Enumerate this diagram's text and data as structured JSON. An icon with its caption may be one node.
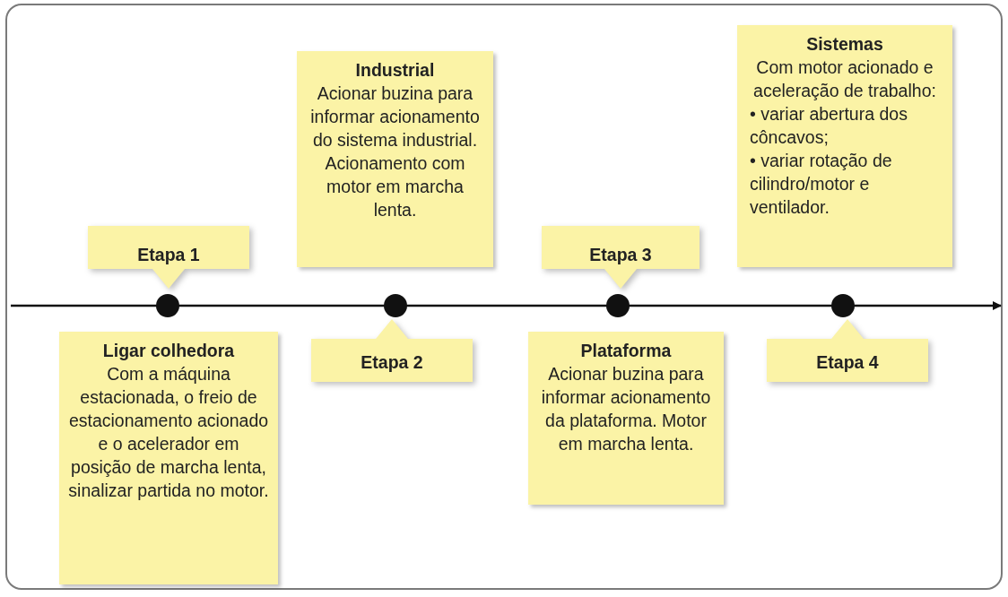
{
  "diagram": {
    "nodes": [
      {
        "text": [
          "Etapa 1"
        ]
      },
      {
        "text": [
          "Ligar colhedora",
          "Com a máquina estacionada, o freio de estacionamento acionado e o acelerador em posição de marcha lenta, sinalizar partida no motor."
        ]
      },
      {
        "text": [
          "Industrial",
          "Acionar buzina para informar acionamento do sistema industrial. Acionamento com motor em marcha lenta."
        ]
      },
      {
        "text": [
          "Etapa 2"
        ]
      },
      {
        "text": [
          "Etapa 3"
        ]
      },
      {
        "text": [
          "Plataforma",
          "Acionar buzina para informar acionamento da plataforma. Motor em marcha lenta."
        ]
      },
      {
        "text": [
          "Sistemas",
          "Com motor acionado e aceleração de trabalho:",
          "• variar abertura dos côncavos;",
          "• variar rotação de cilindro/motor e ventilador."
        ]
      },
      {
        "text": [
          "Etapa 4"
        ]
      },
      {
        "text": [],
        "shape": "circle"
      },
      {
        "text": [],
        "shape": "circle"
      },
      {
        "text": [],
        "shape": "circle"
      },
      {
        "text": [],
        "shape": "circle"
      }
    ]
  }
}
